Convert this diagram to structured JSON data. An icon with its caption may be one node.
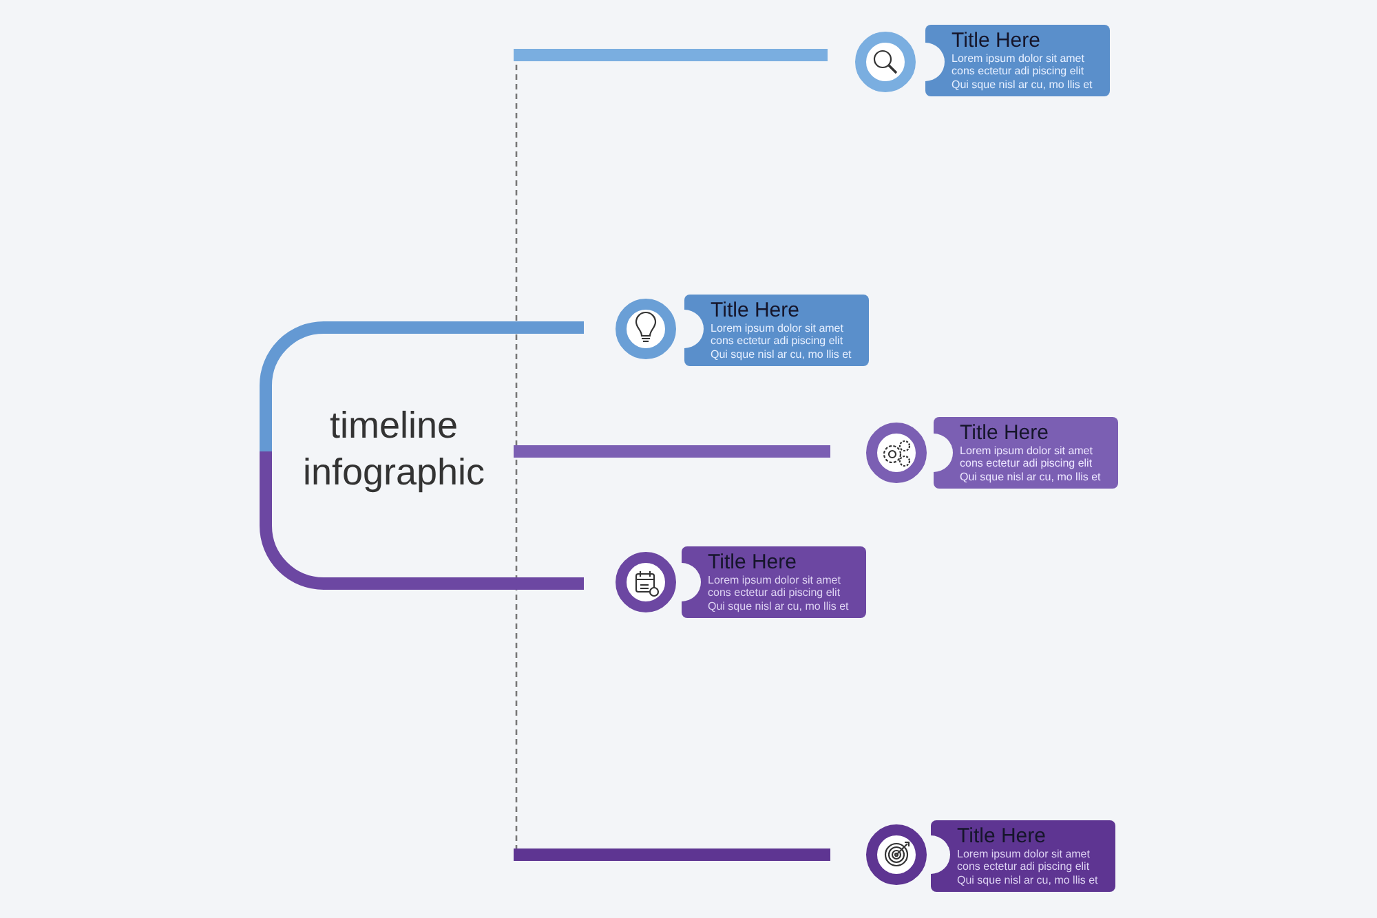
{
  "diagram": {
    "title": "timeline infographic",
    "nodes": [
      {
        "text": [
          "Title Here",
          "Lorem ipsum dolor sit amet cons ectetur adi piscing elit Qui sque nisl ar cu, mo llis et"
        ]
      },
      {
        "text": [
          "Title Here",
          "Lorem ipsum dolor sit amet cons ectetur adi piscing elit Qui sque nisl ar cu, mo llis et"
        ]
      },
      {
        "text": [
          "Title Here",
          "Lorem ipsum dolor sit amet cons ectetur adi piscing elit Qui sque nisl ar cu, mo llis et"
        ]
      },
      {
        "text": [
          "Title Here",
          "Lorem ipsum dolor sit amet cons ectetur adi piscing elit Qui sque nisl ar cu, mo llis et"
        ]
      },
      {
        "text": [
          "Title Here",
          "Lorem ipsum dolor sit amet cons ectetur adi piscing elit Qui sque nisl ar cu, mo llis et"
        ]
      }
    ]
  }
}
